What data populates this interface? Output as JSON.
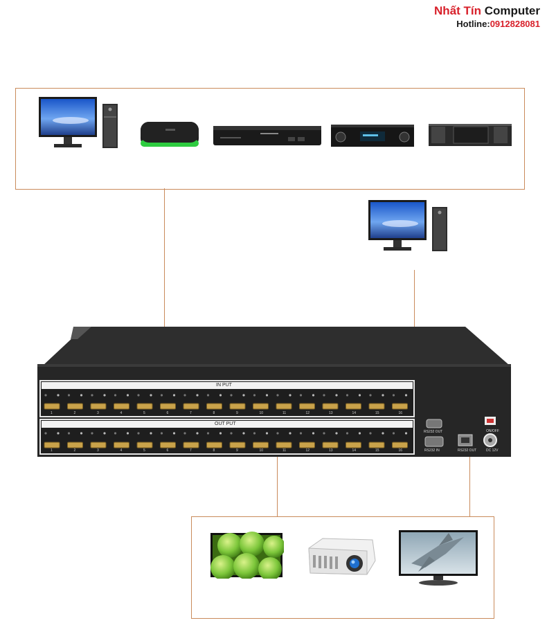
{
  "brand": {
    "name_accent": "Nhất Tín",
    "name_rest": " Computer",
    "hotline_label": "Hotline:",
    "hotline_number": "0912828081"
  },
  "sources": [
    {
      "name": "desktop-pc"
    },
    {
      "name": "android-tv-box"
    },
    {
      "name": "blu-ray-player"
    },
    {
      "name": "audio-receiver"
    },
    {
      "name": "rack-media-server"
    }
  ],
  "control_pc": {
    "name": "control-desktop-pc"
  },
  "matrix": {
    "input_label": "IN PUT",
    "output_label": "OUT PUT",
    "port_numbers": [
      "1",
      "2",
      "3",
      "4",
      "5",
      "6",
      "7",
      "8",
      "9",
      "10",
      "11",
      "12",
      "13",
      "14",
      "15",
      "16"
    ],
    "rs232_out": "RS232 OUT",
    "rs232_in": "RS232 IN",
    "rj45_label": "RS232 OUT",
    "power_switch": "ON/OFF",
    "dc_label": "DC 12V"
  },
  "displays": [
    {
      "name": "led-monitor"
    },
    {
      "name": "projector"
    },
    {
      "name": "lcd-tv"
    }
  ],
  "colors": {
    "brand_red": "#d8202a",
    "connector_line": "#c98a5a",
    "chassis": "#2b2b2b",
    "hdmi_gold": "#c9a24a"
  }
}
